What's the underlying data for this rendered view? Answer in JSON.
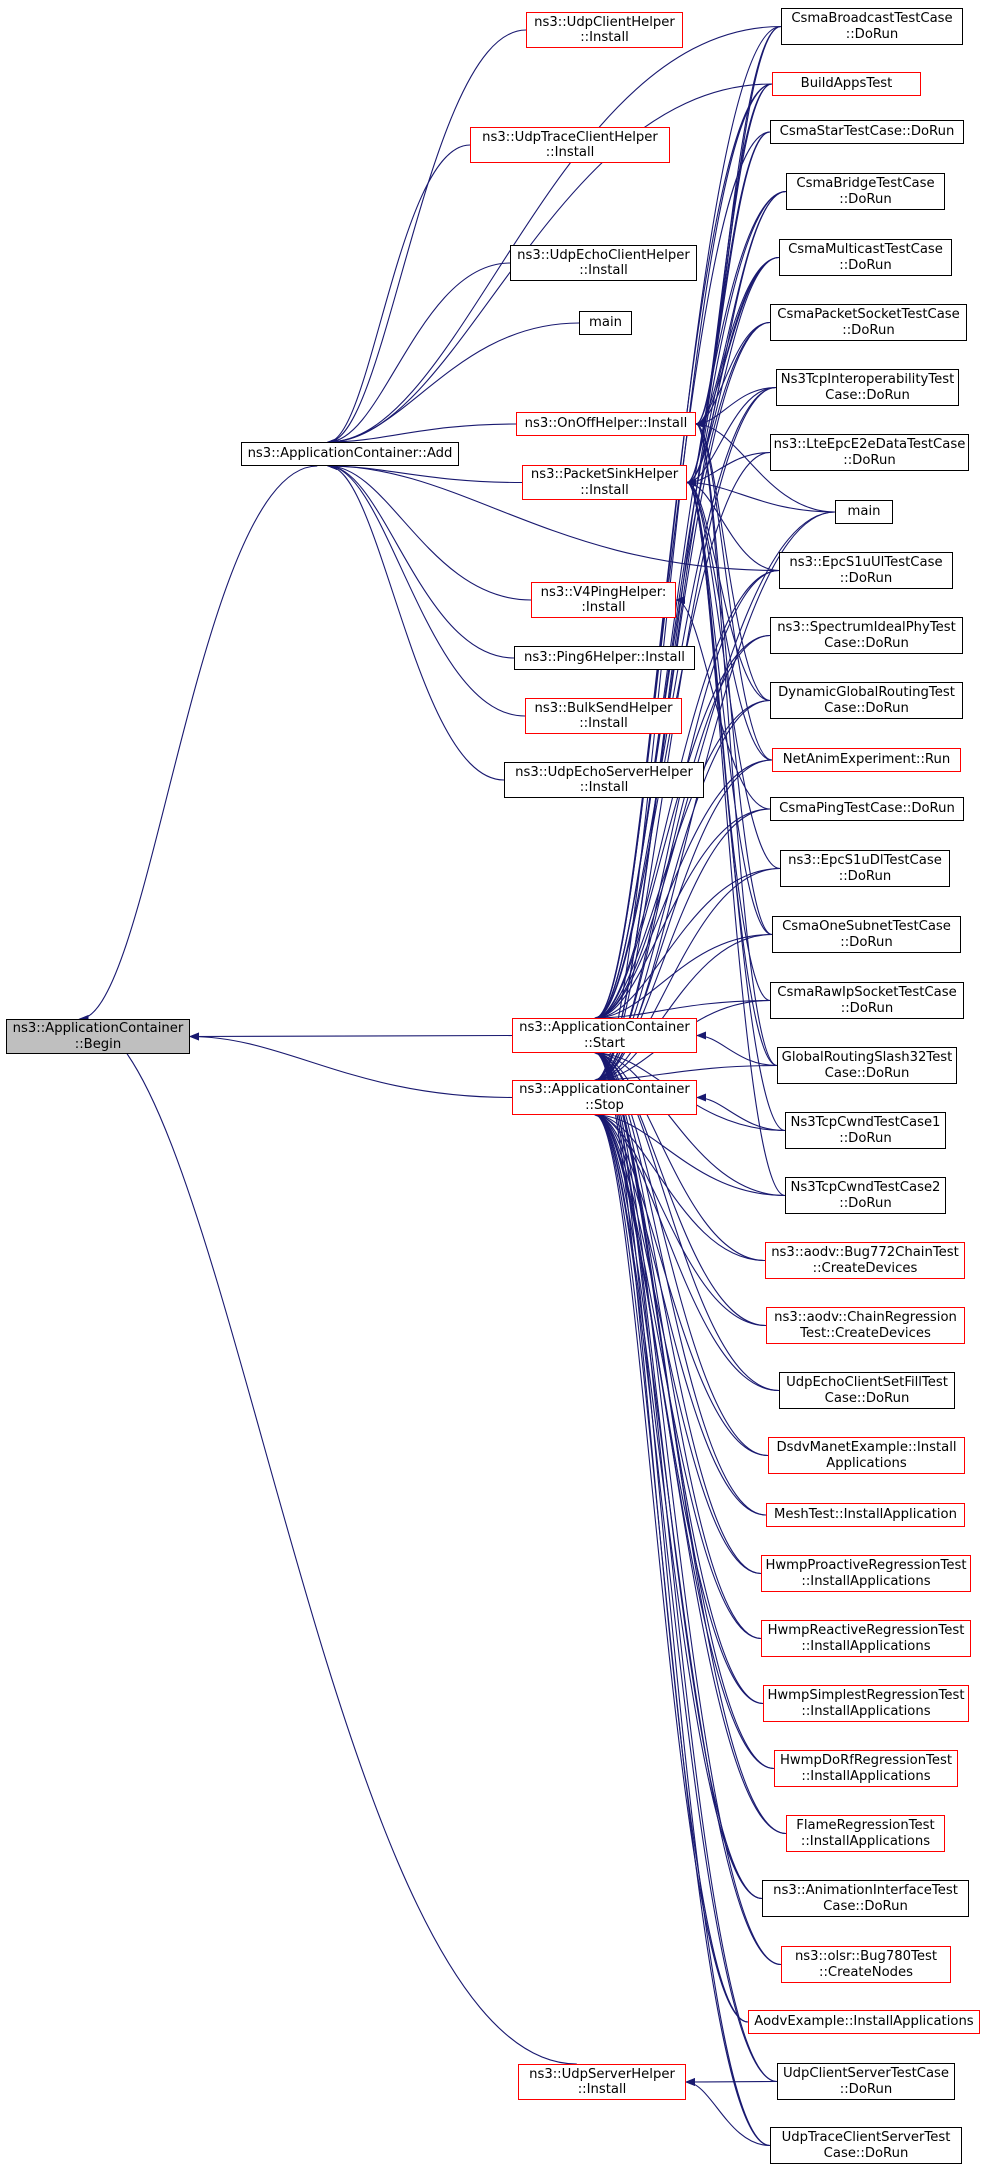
{
  "colors": {
    "edge": "#191970",
    "normal_border": "#000000",
    "truncated_border": "#ff0000",
    "focus_fill": "#bfbfbf"
  },
  "nodes": [
    {
      "id": "begin",
      "lines": [
        "ns3::ApplicationContainer",
        "::Begin"
      ],
      "style": "focus"
    },
    {
      "id": "add",
      "lines": [
        "ns3::ApplicationContainer::Add"
      ],
      "style": "normal"
    },
    {
      "id": "start",
      "lines": [
        "ns3::ApplicationContainer",
        "::Start"
      ],
      "style": "red"
    },
    {
      "id": "stop",
      "lines": [
        "ns3::ApplicationContainer",
        "::Stop"
      ],
      "style": "red"
    },
    {
      "id": "udpclienthelper",
      "lines": [
        "ns3::UdpClientHelper",
        "::Install"
      ],
      "style": "red"
    },
    {
      "id": "udptraceclienthelper",
      "lines": [
        "ns3::UdpTraceClientHelper",
        "::Install"
      ],
      "style": "red"
    },
    {
      "id": "udpechoclienthelper",
      "lines": [
        "ns3::UdpEchoClientHelper",
        "::Install"
      ],
      "style": "normal"
    },
    {
      "id": "main1",
      "lines": [
        "main"
      ],
      "style": "normal"
    },
    {
      "id": "onoffhelper",
      "lines": [
        "ns3::OnOffHelper::Install"
      ],
      "style": "red"
    },
    {
      "id": "packetsinkhelper",
      "lines": [
        "ns3::PacketSinkHelper",
        "::Install"
      ],
      "style": "red"
    },
    {
      "id": "v4pinghelper",
      "lines": [
        "ns3::V4PingHelper:",
        ":Install"
      ],
      "style": "red"
    },
    {
      "id": "ping6helper",
      "lines": [
        "ns3::Ping6Helper::Install"
      ],
      "style": "normal"
    },
    {
      "id": "bulksendhelper",
      "lines": [
        "ns3::BulkSendHelper",
        "::Install"
      ],
      "style": "red"
    },
    {
      "id": "udpechoserverhelper",
      "lines": [
        "ns3::UdpEchoServerHelper",
        "::Install"
      ],
      "style": "normal"
    },
    {
      "id": "udpserverhelper",
      "lines": [
        "ns3::UdpServerHelper",
        "::Install"
      ],
      "style": "red"
    },
    {
      "id": "csmabroadcast",
      "lines": [
        "CsmaBroadcastTestCase",
        "::DoRun"
      ],
      "style": "normal"
    },
    {
      "id": "buildappstest",
      "lines": [
        "BuildAppsTest"
      ],
      "style": "red"
    },
    {
      "id": "csmastar",
      "lines": [
        "CsmaStarTestCase::DoRun"
      ],
      "style": "normal"
    },
    {
      "id": "csmabridge",
      "lines": [
        "CsmaBridgeTestCase",
        "::DoRun"
      ],
      "style": "normal"
    },
    {
      "id": "csmamulticast",
      "lines": [
        "CsmaMulticastTestCase",
        "::DoRun"
      ],
      "style": "normal"
    },
    {
      "id": "csmapacketsocket",
      "lines": [
        "CsmaPacketSocketTestCase",
        "::DoRun"
      ],
      "style": "normal"
    },
    {
      "id": "ns3tcpinterop",
      "lines": [
        "Ns3TcpInteroperabilityTest",
        "Case::DoRun"
      ],
      "style": "normal"
    },
    {
      "id": "lteepce2e",
      "lines": [
        "ns3::LteEpcE2eDataTestCase",
        "::DoRun"
      ],
      "style": "normal"
    },
    {
      "id": "main2",
      "lines": [
        "main"
      ],
      "style": "normal"
    },
    {
      "id": "epcs1uul",
      "lines": [
        "ns3::EpcS1uUlTestCase",
        "::DoRun"
      ],
      "style": "normal"
    },
    {
      "id": "spectrumideal",
      "lines": [
        "ns3::SpectrumIdealPhyTest",
        "Case::DoRun"
      ],
      "style": "normal"
    },
    {
      "id": "dynamicglobal",
      "lines": [
        "DynamicGlobalRoutingTest",
        "Case::DoRun"
      ],
      "style": "normal"
    },
    {
      "id": "netanim",
      "lines": [
        "NetAnimExperiment::Run"
      ],
      "style": "red"
    },
    {
      "id": "csmaping",
      "lines": [
        "CsmaPingTestCase::DoRun"
      ],
      "style": "normal"
    },
    {
      "id": "epcs1udl",
      "lines": [
        "ns3::EpcS1uDlTestCase",
        "::DoRun"
      ],
      "style": "normal"
    },
    {
      "id": "csmaonesubnet",
      "lines": [
        "CsmaOneSubnetTestCase",
        "::DoRun"
      ],
      "style": "normal"
    },
    {
      "id": "csmarawip",
      "lines": [
        "CsmaRawIpSocketTestCase",
        "::DoRun"
      ],
      "style": "normal"
    },
    {
      "id": "globalslash32",
      "lines": [
        "GlobalRoutingSlash32Test",
        "Case::DoRun"
      ],
      "style": "normal"
    },
    {
      "id": "tcpcwnd1",
      "lines": [
        "Ns3TcpCwndTestCase1",
        "::DoRun"
      ],
      "style": "normal"
    },
    {
      "id": "tcpcwnd2",
      "lines": [
        "Ns3TcpCwndTestCase2",
        "::DoRun"
      ],
      "style": "normal"
    },
    {
      "id": "bug772",
      "lines": [
        "ns3::aodv::Bug772ChainTest",
        "::CreateDevices"
      ],
      "style": "red"
    },
    {
      "id": "chainregression",
      "lines": [
        "ns3::aodv::ChainRegression",
        "Test::CreateDevices"
      ],
      "style": "red"
    },
    {
      "id": "udpechofill",
      "lines": [
        "UdpEchoClientSetFillTest",
        "Case::DoRun"
      ],
      "style": "normal"
    },
    {
      "id": "dsdvmanet",
      "lines": [
        "DsdvManetExample::Install",
        "Applications"
      ],
      "style": "red"
    },
    {
      "id": "meshtest",
      "lines": [
        "MeshTest::InstallApplication"
      ],
      "style": "red"
    },
    {
      "id": "hwmpproactive",
      "lines": [
        "HwmpProactiveRegressionTest",
        "::InstallApplications"
      ],
      "style": "red"
    },
    {
      "id": "hwmpreactive",
      "lines": [
        "HwmpReactiveRegressionTest",
        "::InstallApplications"
      ],
      "style": "red"
    },
    {
      "id": "hwmpsimplest",
      "lines": [
        "HwmpSimplestRegressionTest",
        "::InstallApplications"
      ],
      "style": "red"
    },
    {
      "id": "hwmpdorf",
      "lines": [
        "HwmpDoRfRegressionTest",
        "::InstallApplications"
      ],
      "style": "red"
    },
    {
      "id": "flameregression",
      "lines": [
        "FlameRegressionTest",
        "::InstallApplications"
      ],
      "style": "red"
    },
    {
      "id": "animinterface",
      "lines": [
        "ns3::AnimationInterfaceTest",
        "Case::DoRun"
      ],
      "style": "normal"
    },
    {
      "id": "olsrbug780",
      "lines": [
        "ns3::olsr::Bug780Test",
        "::CreateNodes"
      ],
      "style": "red"
    },
    {
      "id": "aodvexample",
      "lines": [
        "AodvExample::InstallApplications"
      ],
      "style": "red"
    },
    {
      "id": "udpclientserver",
      "lines": [
        "UdpClientServerTestCase",
        "::DoRun"
      ],
      "style": "normal"
    },
    {
      "id": "udptraceclientserver",
      "lines": [
        "UdpTraceClientServerTest",
        "Case::DoRun"
      ],
      "style": "normal"
    }
  ],
  "edges": [
    [
      "add",
      "begin"
    ],
    [
      "start",
      "begin"
    ],
    [
      "stop",
      "begin"
    ],
    [
      "udpserverhelper",
      "begin"
    ],
    [
      "udpclienthelper",
      "add"
    ],
    [
      "udptraceclienthelper",
      "add"
    ],
    [
      "udpechoclienthelper",
      "add"
    ],
    [
      "main1",
      "add"
    ],
    [
      "onoffhelper",
      "add"
    ],
    [
      "packetsinkhelper",
      "add"
    ],
    [
      "v4pinghelper",
      "add"
    ],
    [
      "ping6helper",
      "add"
    ],
    [
      "bulksendhelper",
      "add"
    ],
    [
      "udpechoserverhelper",
      "add"
    ],
    [
      "csmabroadcast",
      "add"
    ],
    [
      "buildappstest",
      "add"
    ],
    [
      "epcs1uul",
      "add"
    ],
    [
      "csmabroadcast",
      "start"
    ],
    [
      "buildappstest",
      "start"
    ],
    [
      "csmastar",
      "start"
    ],
    [
      "csmabridge",
      "start"
    ],
    [
      "csmamulticast",
      "start"
    ],
    [
      "csmapacketsocket",
      "start"
    ],
    [
      "ns3tcpinterop",
      "start"
    ],
    [
      "lteepce2e",
      "start"
    ],
    [
      "main2",
      "start"
    ],
    [
      "epcs1uul",
      "start"
    ],
    [
      "spectrumideal",
      "start"
    ],
    [
      "dynamicglobal",
      "start"
    ],
    [
      "netanim",
      "start"
    ],
    [
      "csmaping",
      "start"
    ],
    [
      "epcs1udl",
      "start"
    ],
    [
      "csmaonesubnet",
      "start"
    ],
    [
      "csmarawip",
      "start"
    ],
    [
      "globalslash32",
      "start"
    ],
    [
      "tcpcwnd1",
      "start"
    ],
    [
      "tcpcwnd2",
      "start"
    ],
    [
      "bug772",
      "start"
    ],
    [
      "chainregression",
      "start"
    ],
    [
      "udpechofill",
      "start"
    ],
    [
      "dsdvmanet",
      "start"
    ],
    [
      "meshtest",
      "start"
    ],
    [
      "hwmpproactive",
      "start"
    ],
    [
      "hwmpreactive",
      "start"
    ],
    [
      "hwmpsimplest",
      "start"
    ],
    [
      "hwmpdorf",
      "start"
    ],
    [
      "flameregression",
      "start"
    ],
    [
      "animinterface",
      "start"
    ],
    [
      "olsrbug780",
      "start"
    ],
    [
      "aodvexample",
      "start"
    ],
    [
      "udpclientserver",
      "start"
    ],
    [
      "udptraceclientserver",
      "start"
    ],
    [
      "buildappstest",
      "stop"
    ],
    [
      "csmabridge",
      "stop"
    ],
    [
      "csmamulticast",
      "stop"
    ],
    [
      "csmapacketsocket",
      "stop"
    ],
    [
      "ns3tcpinterop",
      "stop"
    ],
    [
      "main2",
      "stop"
    ],
    [
      "epcs1uul",
      "stop"
    ],
    [
      "spectrumideal",
      "stop"
    ],
    [
      "dynamicglobal",
      "stop"
    ],
    [
      "netanim",
      "stop"
    ],
    [
      "csmaping",
      "stop"
    ],
    [
      "epcs1udl",
      "stop"
    ],
    [
      "csmaonesubnet",
      "stop"
    ],
    [
      "csmarawip",
      "stop"
    ],
    [
      "globalslash32",
      "stop"
    ],
    [
      "tcpcwnd1",
      "stop"
    ],
    [
      "tcpcwnd2",
      "stop"
    ],
    [
      "bug772",
      "stop"
    ],
    [
      "chainregression",
      "stop"
    ],
    [
      "udpechofill",
      "stop"
    ],
    [
      "dsdvmanet",
      "stop"
    ],
    [
      "meshtest",
      "stop"
    ],
    [
      "hwmpproactive",
      "stop"
    ],
    [
      "hwmpreactive",
      "stop"
    ],
    [
      "hwmpsimplest",
      "stop"
    ],
    [
      "hwmpdorf",
      "stop"
    ],
    [
      "flameregression",
      "stop"
    ],
    [
      "animinterface",
      "stop"
    ],
    [
      "olsrbug780",
      "stop"
    ],
    [
      "aodvexample",
      "stop"
    ],
    [
      "udpclientserver",
      "stop"
    ],
    [
      "udptraceclientserver",
      "stop"
    ],
    [
      "csmabroadcast",
      "onoffhelper"
    ],
    [
      "buildappstest",
      "onoffhelper"
    ],
    [
      "csmastar",
      "onoffhelper"
    ],
    [
      "csmabridge",
      "onoffhelper"
    ],
    [
      "csmamulticast",
      "onoffhelper"
    ],
    [
      "csmapacketsocket",
      "onoffhelper"
    ],
    [
      "ns3tcpinterop",
      "onoffhelper"
    ],
    [
      "main2",
      "onoffhelper"
    ],
    [
      "dynamicglobal",
      "onoffhelper"
    ],
    [
      "netanim",
      "onoffhelper"
    ],
    [
      "csmaonesubnet",
      "onoffhelper"
    ],
    [
      "globalslash32",
      "onoffhelper"
    ],
    [
      "csmabroadcast",
      "packetsinkhelper"
    ],
    [
      "buildappstest",
      "packetsinkhelper"
    ],
    [
      "csmastar",
      "packetsinkhelper"
    ],
    [
      "csmabridge",
      "packetsinkhelper"
    ],
    [
      "csmamulticast",
      "packetsinkhelper"
    ],
    [
      "ns3tcpinterop",
      "packetsinkhelper"
    ],
    [
      "lteepce2e",
      "packetsinkhelper"
    ],
    [
      "main2",
      "packetsinkhelper"
    ],
    [
      "epcs1uul",
      "packetsinkhelper"
    ],
    [
      "dynamicglobal",
      "packetsinkhelper"
    ],
    [
      "netanim",
      "packetsinkhelper"
    ],
    [
      "epcs1udl",
      "packetsinkhelper"
    ],
    [
      "csmaonesubnet",
      "packetsinkhelper"
    ],
    [
      "csmarawip",
      "packetsinkhelper"
    ],
    [
      "globalslash32",
      "packetsinkhelper"
    ],
    [
      "tcpcwnd1",
      "packetsinkhelper"
    ],
    [
      "tcpcwnd2",
      "packetsinkhelper"
    ],
    [
      "csmaping",
      "v4pinghelper"
    ],
    [
      "udpclientserver",
      "udpserverhelper"
    ],
    [
      "udptraceclientserver",
      "udpserverhelper"
    ]
  ]
}
